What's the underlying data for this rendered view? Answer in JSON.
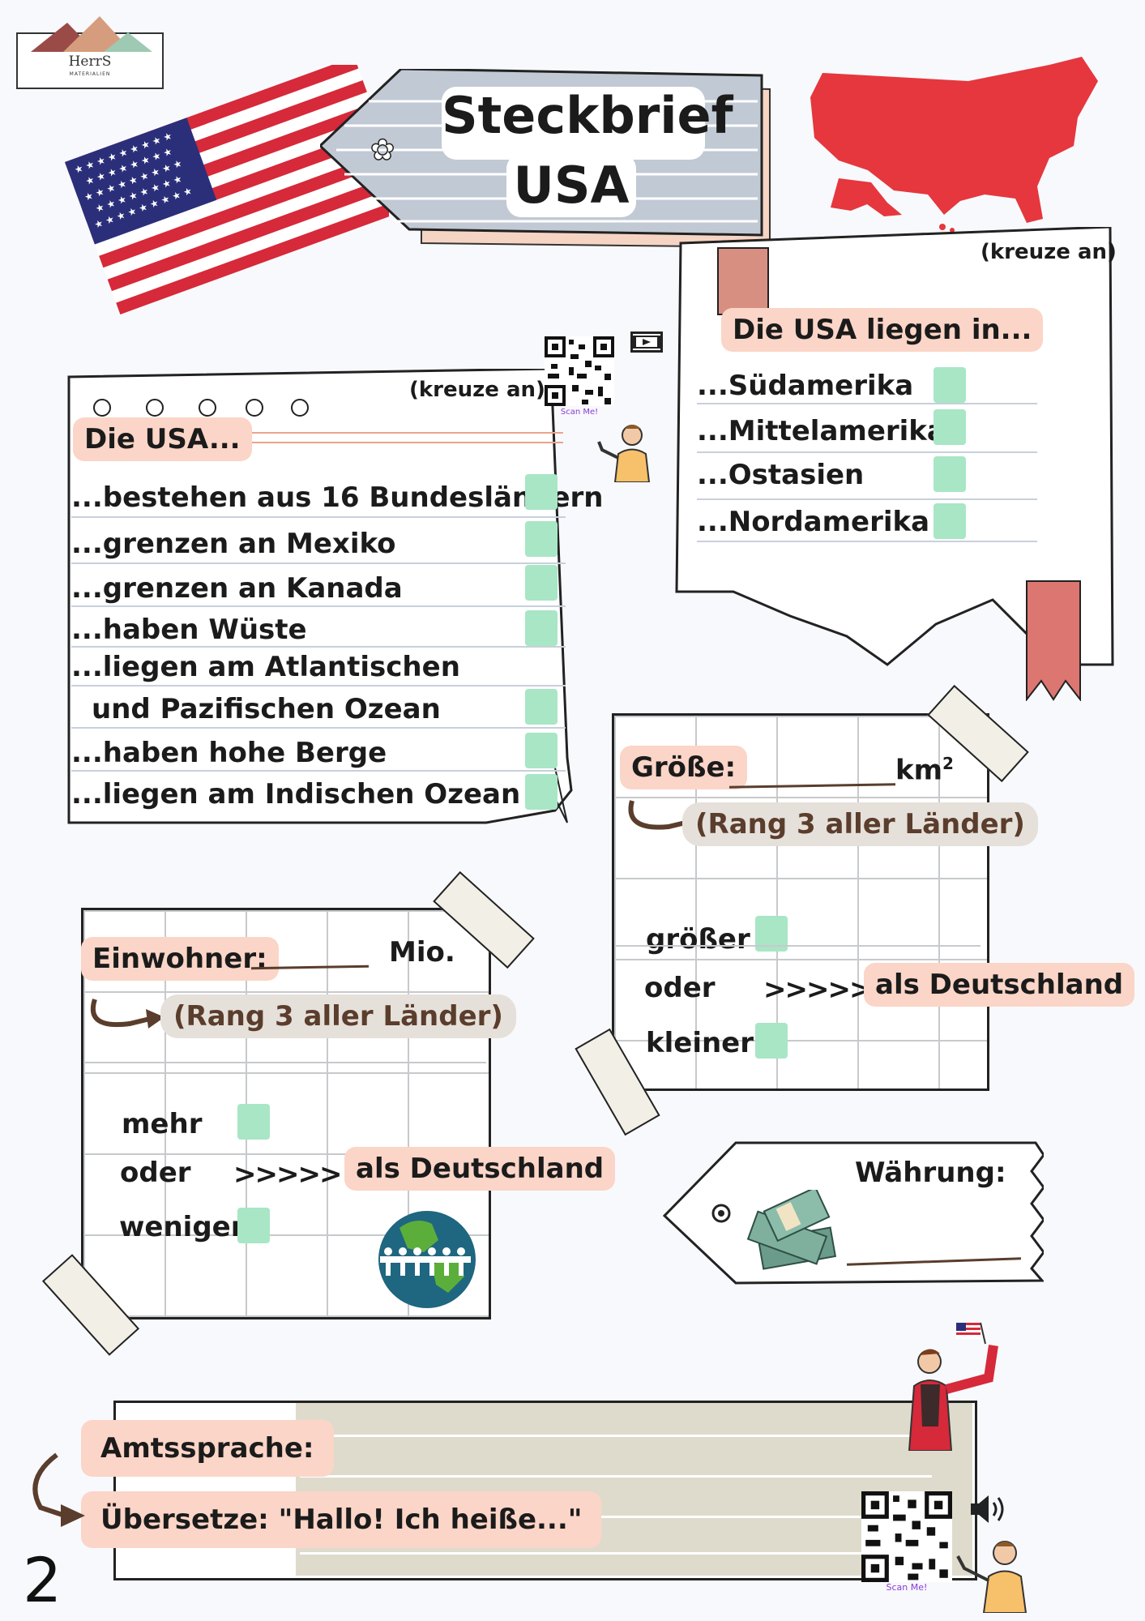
{
  "brand": {
    "name": "HerrS",
    "subtitle": "MATERIALIEN"
  },
  "title": {
    "line1": "Steckbrief",
    "line2": "USA"
  },
  "usa_box": {
    "instruction": "(kreuze an)",
    "heading": "Die USA...",
    "items": [
      "...bestehen aus 16 Bundesländern",
      "...grenzen an Mexiko",
      "...grenzen an Kanada",
      "...haben Wüste",
      "...liegen am Atlantischen",
      "und Pazifischen Ozean",
      "...haben hohe Berge",
      "...liegen am Indischen Ozean"
    ],
    "qr_caption": "Scan Me!"
  },
  "location_box": {
    "instruction": "(kreuze an)",
    "heading": "Die USA liegen in...",
    "items": [
      "...Südamerika",
      "...Mittelamerika",
      "...Ostasien",
      "...Nordamerika"
    ]
  },
  "size_card": {
    "label": "Größe:",
    "unit": "km",
    "unit_sup": "2",
    "rank": "(Rang 3 aller Länder)",
    "comparison": [
      "größer",
      "oder",
      "kleiner"
    ],
    "arrows": ">>>>>",
    "suffix": "als Deutschland"
  },
  "population_card": {
    "label": "Einwohner:",
    "unit": "Mio.",
    "rank": "(Rang 3 aller Länder)",
    "comparison": [
      "mehr",
      "oder",
      "weniger"
    ],
    "arrows": ">>>>>",
    "suffix": "als Deutschland"
  },
  "currency": {
    "label": "Währung:"
  },
  "language": {
    "label": "Amtssprache:",
    "translate": "Übersetze: \"Hallo! Ich heiße...\"",
    "qr_caption": "Scan Me!"
  },
  "page_number": "2",
  "colors": {
    "pill": "#fbd5c7",
    "checkbox": "#a8e6c5",
    "map_red": "#e5373d",
    "flag_red": "#d6293a",
    "flag_blue": "#2b2f7a"
  }
}
